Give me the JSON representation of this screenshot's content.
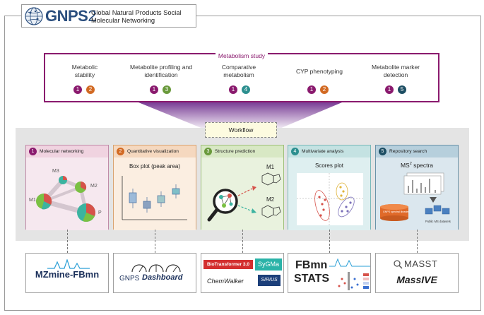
{
  "header": {
    "logo_text": "GNPS",
    "logo_number": "2",
    "title": "Global Natural Products Social Molecular Networking"
  },
  "study": {
    "title": "Metabolism study",
    "items": [
      {
        "label": "Metabolic stability",
        "refs": [
          "1",
          "2"
        ]
      },
      {
        "label": "Metabolite profiling and identification",
        "refs": [
          "1",
          "3"
        ]
      },
      {
        "label": "Comparative metabolism",
        "refs": [
          "1",
          "4"
        ]
      },
      {
        "label": "CYP phenotyping",
        "refs": [
          "1",
          "2"
        ]
      },
      {
        "label": "Metabolite marker detection",
        "refs": [
          "1",
          "5"
        ]
      }
    ]
  },
  "workflow_label": "Workflow",
  "panels": [
    {
      "num": "1",
      "title": "Molecular networking",
      "nodes": [
        "M3",
        "M2",
        "M1",
        "P"
      ]
    },
    {
      "num": "2",
      "title": "Quantitative visualization",
      "subtitle": "Box plot (peak area)"
    },
    {
      "num": "3",
      "title": "Structure prediction",
      "labels": [
        "M1",
        "M2"
      ]
    },
    {
      "num": "4",
      "title": "Multivariate analysis",
      "subtitle": "Scores plot"
    },
    {
      "num": "5",
      "title": "Repository search",
      "subtitle_main": "MS",
      "subtitle_sup": "2",
      "subtitle_rest": " spectra",
      "db_label": "GNPS spectral libraries",
      "public_label": "Public MS datasets"
    }
  ],
  "tools": {
    "mzmine": "MZmine-FBmn",
    "gnps_dash_a": "GNPS",
    "gnps_dash_b": "Dashboard",
    "biotransformer": "BioTransformer 3.0",
    "sygma": "SyGMa",
    "chemwalker": "ChemWalker",
    "sirius": "SIRIUS",
    "fbmn_a": "FBmn",
    "fbmn_b": "STATS",
    "masst": "MASST",
    "massive": "MassIVE"
  },
  "colors": {
    "magenta": "#8a1a6e",
    "orange": "#d26a23",
    "green": "#6a9a3c",
    "teal": "#2c8f8f",
    "navy": "#1d4e63"
  }
}
